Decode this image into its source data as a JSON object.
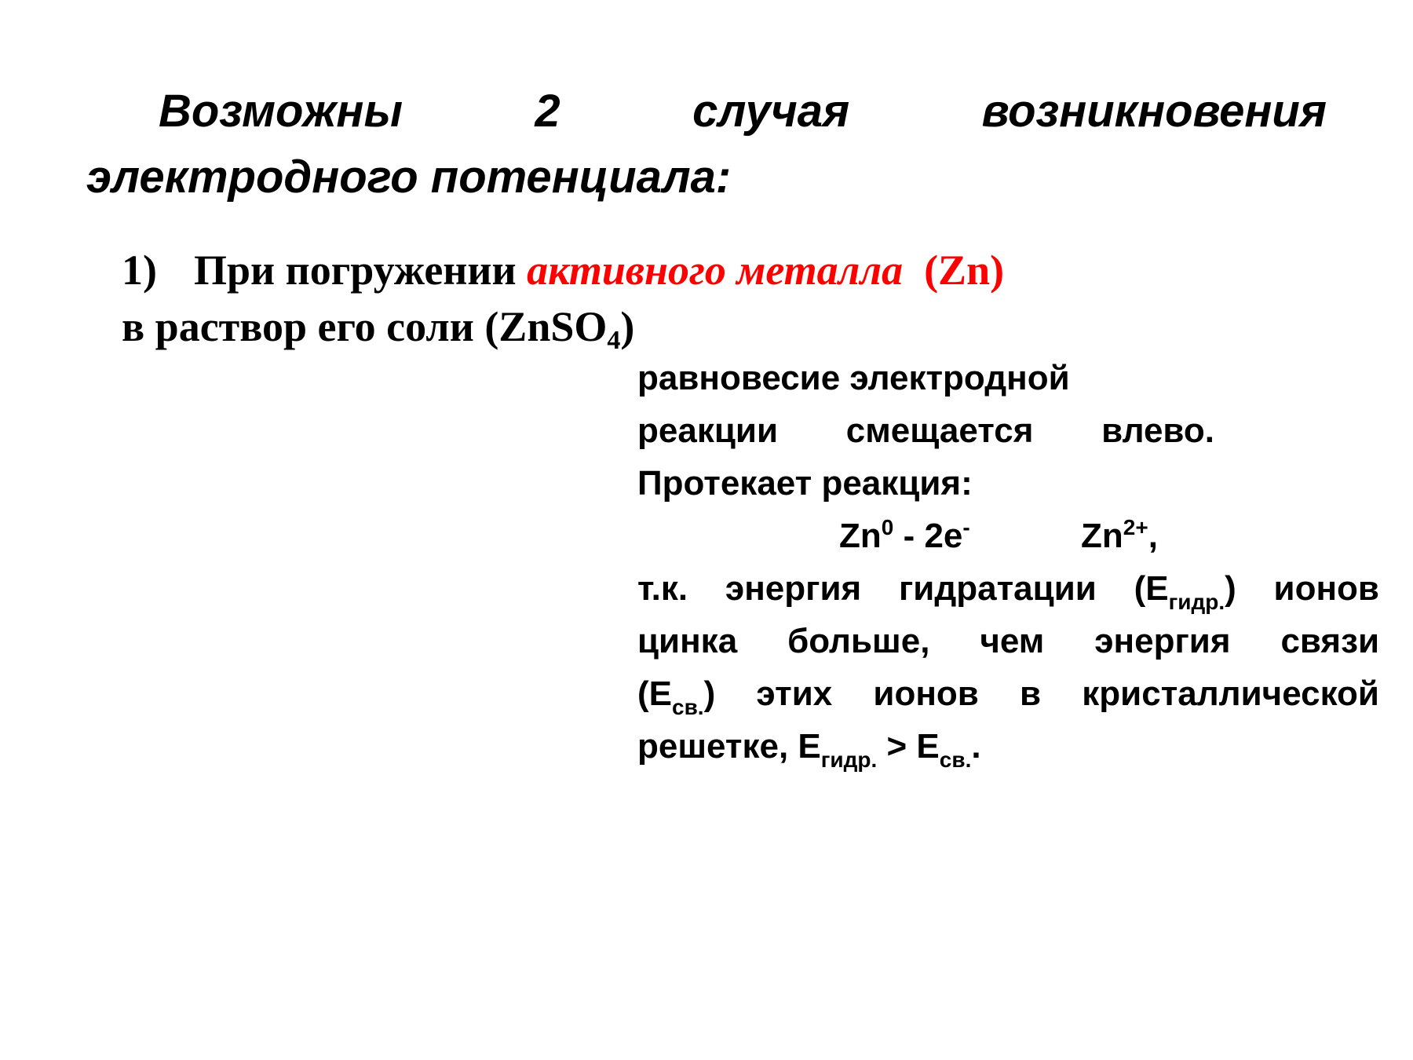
{
  "title": {
    "words_line1": [
      "Возможны",
      "2",
      "случая",
      "возникновения"
    ],
    "line2": "электродного потенциала:"
  },
  "case1": {
    "number": "1)",
    "text_before": "При погружении ",
    "accent": "активного металла",
    "text_after": "  (Zn)",
    "line2_before": "в раствор его соли (ZnSO",
    "line2_sub": "4",
    "line2_after": ")",
    "accent_color": "#ff0000"
  },
  "explanation": {
    "line1": "равновесие электродной",
    "line2_words": [
      "реакции",
      "смещается",
      "влево."
    ],
    "line3": "Протекает реакция:",
    "reaction": {
      "left_base": "Zn",
      "left_sup": "0",
      "left_mid": " - 2e",
      "left_sup2": "-",
      "right_base": "Zn",
      "right_sup": "2+",
      "right_tail": ","
    },
    "line5": {
      "words": [
        "т.к.",
        "энергия",
        "гидратации"
      ],
      "e_open": "(E",
      "e_sub": "гидр.",
      "e_close": ")",
      "tail": "ионов"
    },
    "line6_words": [
      "цинка",
      "больше,",
      "чем",
      "энергия",
      "связи"
    ],
    "line7": {
      "e_open": "(E",
      "e_sub": "св.",
      "e_close": ")",
      "words": [
        "этих",
        "ионов",
        "в",
        "кристаллической"
      ]
    },
    "line8": {
      "text": "решетке, E",
      "sub1": "гидр.",
      "mid": " > E",
      "sub2": "св.",
      "tail": "."
    }
  }
}
